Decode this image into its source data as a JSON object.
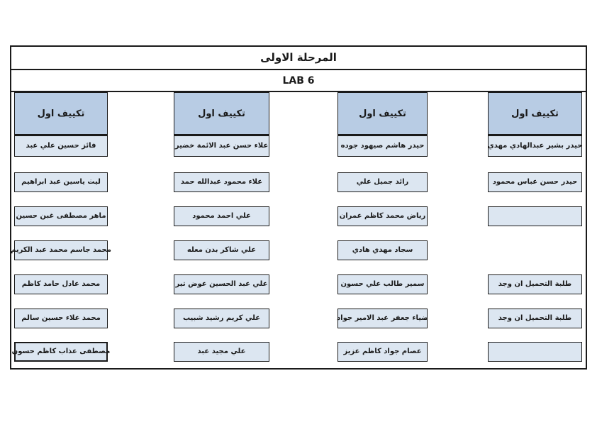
{
  "header": {
    "stage_title": "المرحلة الاولى",
    "lab_title": "LAB 6"
  },
  "colors": {
    "page_bg": "#ffffff",
    "group_header_fill": "#b8cce4",
    "cell_fill": "#dce6f1",
    "border": "#1a1a1a"
  },
  "columns_left_to_right": [
    {
      "header": "تكييف اول",
      "cells": [
        "فائز حسين علي عبد",
        "ليث ياسين عبد ابراهيم",
        "ماهر مصطفى غبن حسين",
        "محمد جاسم محمد عبد الكريم",
        "محمد عادل حامد كاظم",
        "محمد علاء حسين سالم",
        "مصطفى عذاب كاظم حسون"
      ]
    },
    {
      "header": "تكييف اول",
      "cells": [
        "علاء حسن عبد الائمة خضير",
        "علاء محمود عبدالله حمد",
        "علي احمد محمود",
        "علي شاكر بدن معله",
        "علي عبد الحسين عوض تير",
        "علي كريم رشيد شبيب",
        "علي مجيد عبد"
      ]
    },
    {
      "header": "تكييف اول",
      "cells": [
        "حيدر هاشم صيهود جوده",
        "رائد جميل علي",
        "رياض محمد كاظم عمران",
        "سجاد مهدي هادي",
        "سمير طالب علي حسون",
        "ضياء جعفر عبد الامير جواد",
        "عصام جواد كاظم عزيز"
      ]
    },
    {
      "header": "تكييف اول",
      "cells": [
        "حيدر بشير عبدالهادي مهدي",
        "حيدر حسن عباس محمود",
        "",
        null,
        "طلبة التحميل ان وجد",
        "طلبة التحميل ان وجد",
        ""
      ]
    }
  ]
}
